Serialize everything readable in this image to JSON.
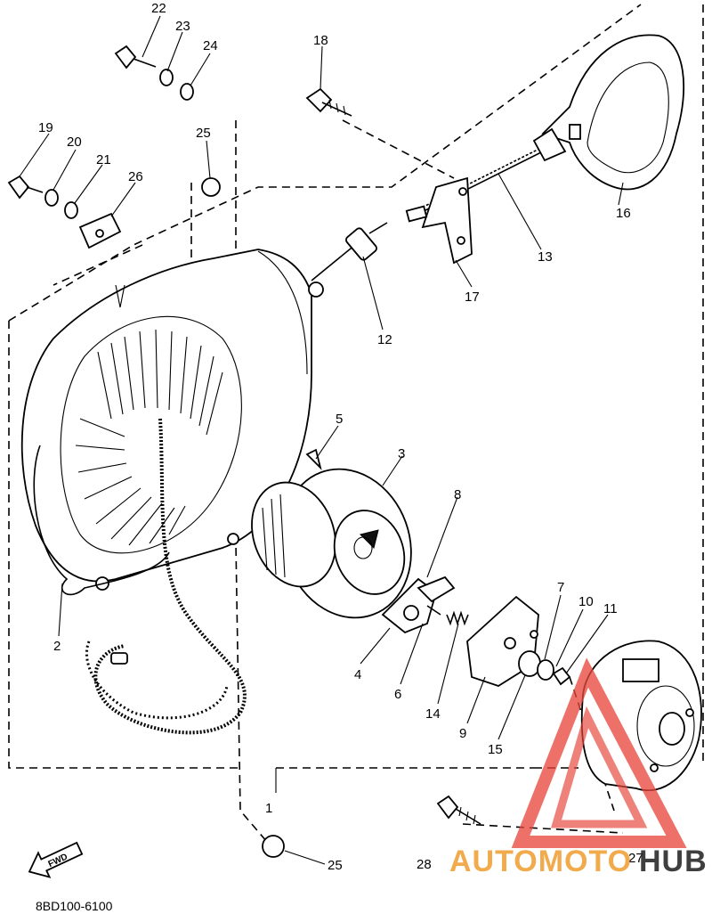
{
  "labels": [
    "1",
    "2",
    "3",
    "4",
    "5",
    "6",
    "7",
    "8",
    "9",
    "10",
    "11",
    "12",
    "13",
    "14",
    "15",
    "16",
    "17",
    "18",
    "19",
    "20",
    "21",
    "22",
    "23",
    "24",
    "25",
    "25",
    "26",
    "27",
    "28"
  ],
  "direction_badge": "FWD",
  "diagram_code": "8BD100-6100",
  "watermark": {
    "text_left": "AUTOMOTO",
    "text_right": "HUB",
    "color_left": "#f0a23a",
    "color_right": "#2b2b2b",
    "triangle_color": "#e8463c"
  }
}
